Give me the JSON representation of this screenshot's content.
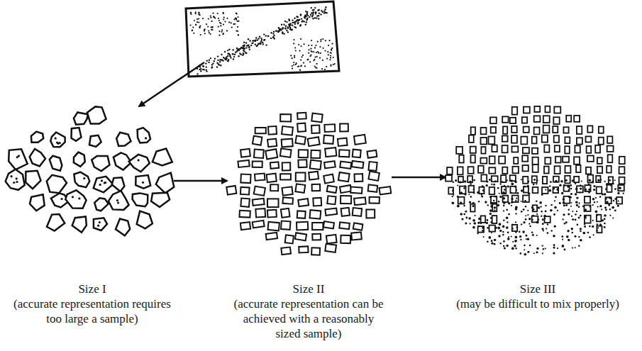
{
  "diagram": {
    "labels": [
      "Size I",
      "(accurate representation requires too large a sample)",
      "Size II",
      "(accurate representation can be achieved with a reasonably sized sample)",
      "Size III",
      "(may be difficult to mix properly)"
    ]
  }
}
